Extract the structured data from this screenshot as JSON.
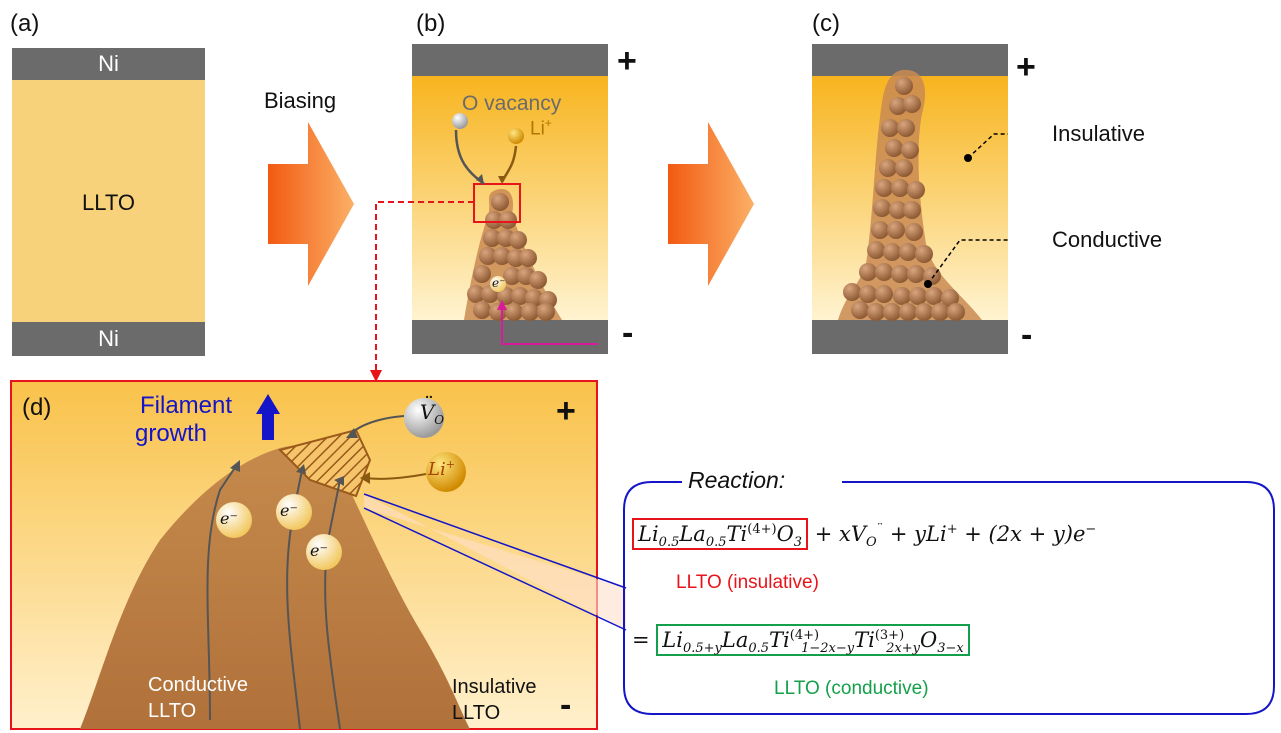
{
  "panel_a": {
    "label": "(a)",
    "top_electrode": "Ni",
    "bottom_electrode": "Ni",
    "body": "LLTO"
  },
  "arrow1": {
    "label": "Biasing"
  },
  "panel_b": {
    "label": "(b)",
    "plus": "+",
    "minus": "-",
    "o_vacancy": "O vacancy",
    "li_ion": "Li",
    "li_sup": "+",
    "electron": "e⁻"
  },
  "panel_c": {
    "label": "(c)",
    "plus": "+",
    "minus": "-",
    "insulative": "Insulative",
    "conductive": "Conductive"
  },
  "panel_d": {
    "label": "(d)",
    "plus": "+",
    "minus": "-",
    "filament_line1": "Filament",
    "filament_line2": "growth",
    "vo_symbol": "V",
    "vo_sub": "O",
    "vo_dots": "¨",
    "li_symbol": "Li",
    "li_sup": "+",
    "electron": "e⁻",
    "conductive_line1": "Conductive",
    "conductive_line2": "LLTO",
    "insulative_line1": "Insulative",
    "insulative_line2": "LLTO"
  },
  "reaction": {
    "title": "Reaction:",
    "insulative_label": "LLTO (insulative)",
    "conductive_label": "LLTO (conductive)"
  },
  "colors": {
    "red": "#e8141b",
    "green": "#14a04a",
    "blue": "#1414c8",
    "orange": "#f07a1a",
    "plate": "#6b6b6b",
    "llto": "#f7d27a"
  }
}
